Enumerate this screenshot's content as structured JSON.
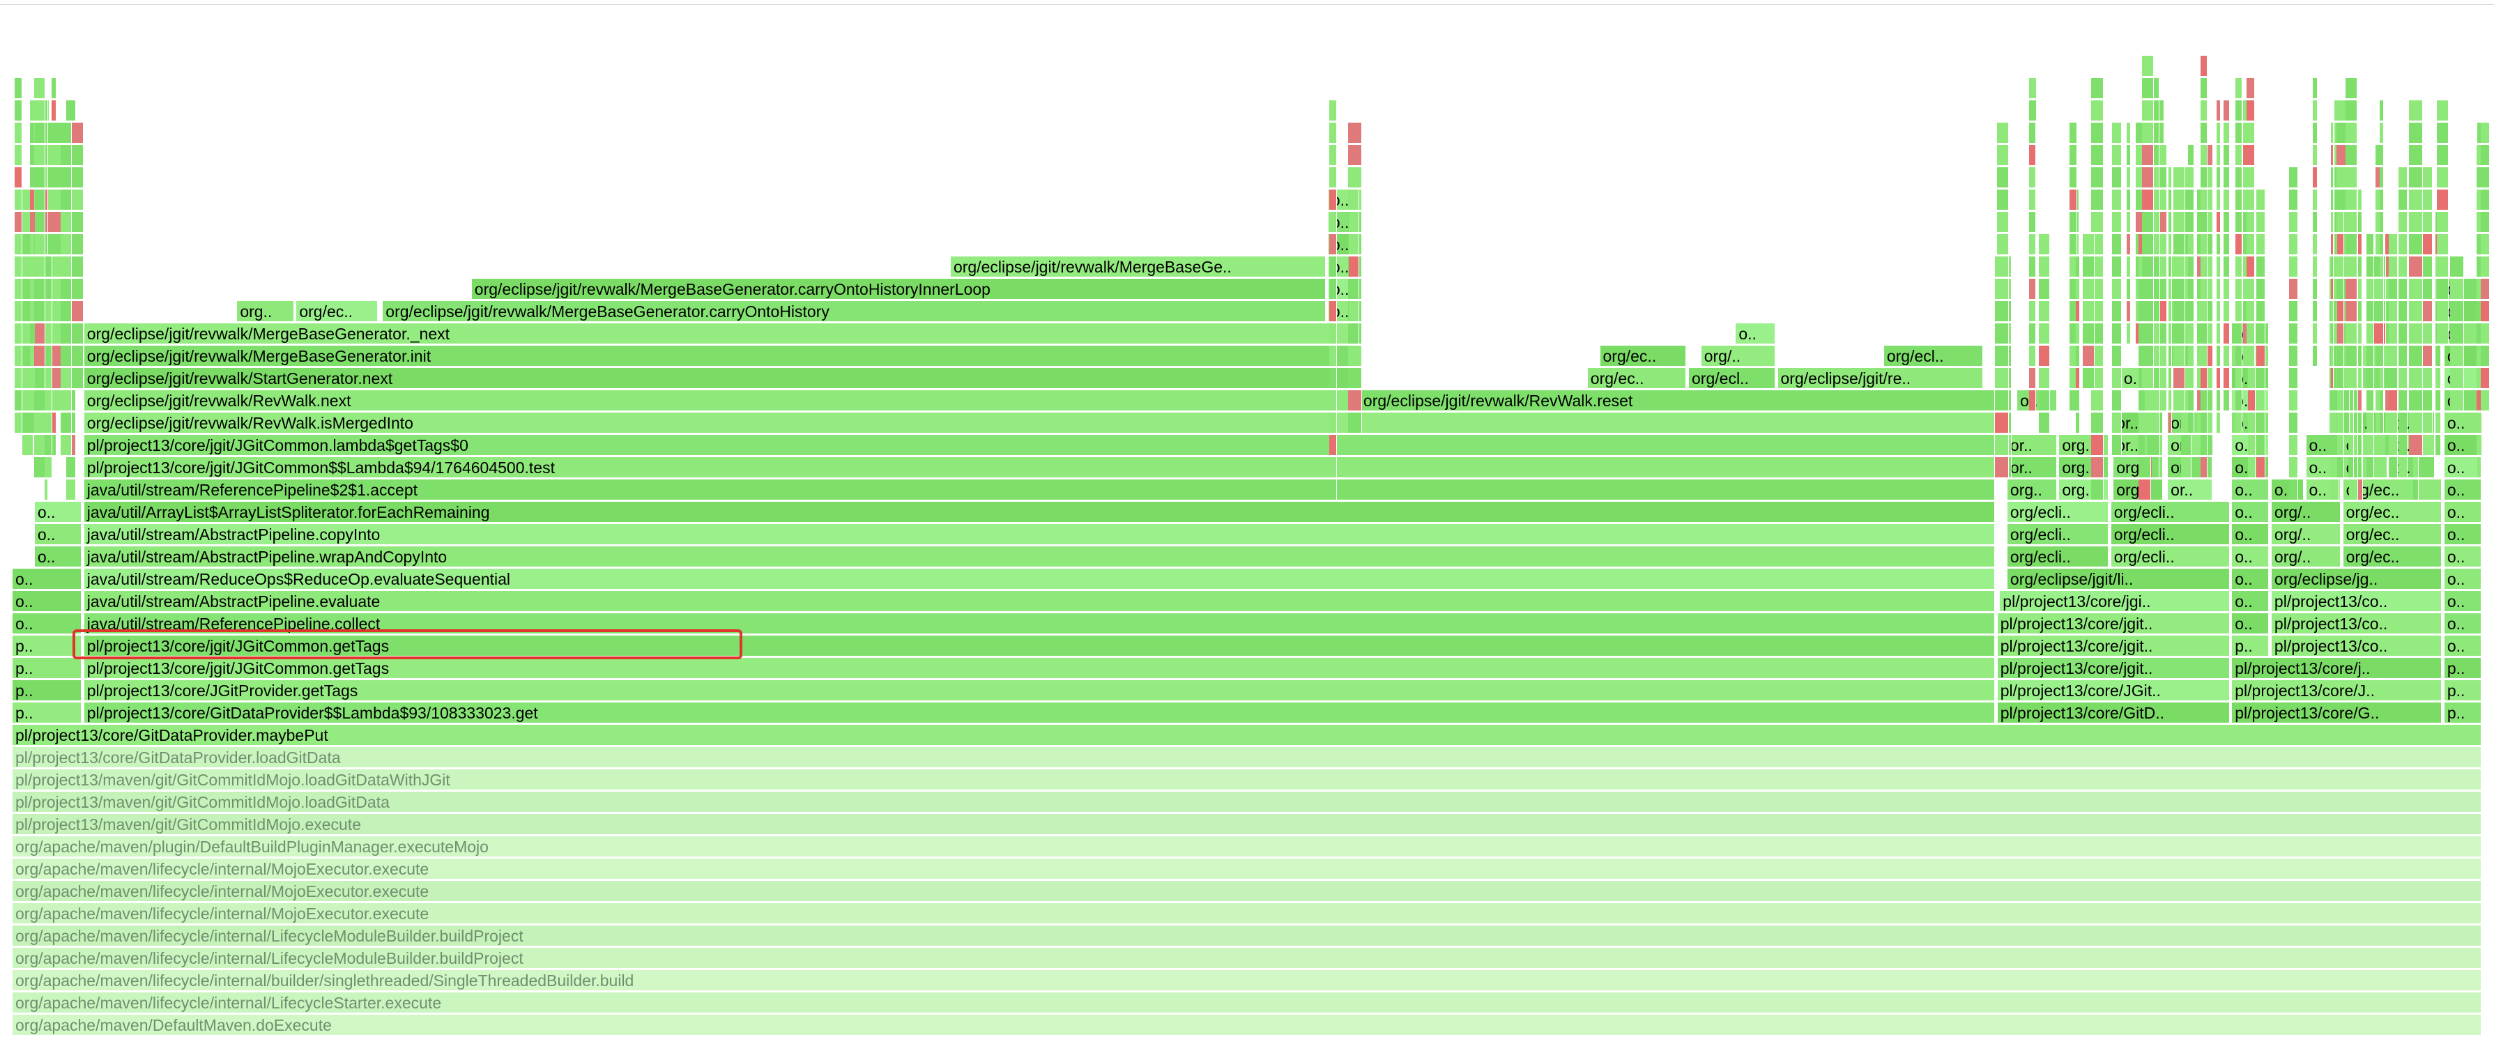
{
  "frames": [
    {
      "label": "org/apache/maven/DefaultMaven.doExecute",
      "depth": 0,
      "start": 0.0,
      "end": 1.0,
      "dim": true
    },
    {
      "label": "org/apache/maven/lifecycle/internal/LifecycleStarter.execute",
      "depth": 1,
      "start": 0.0,
      "end": 1.0,
      "dim": true
    },
    {
      "label": "org/apache/maven/lifecycle/internal/builder/singlethreaded/SingleThreadedBuilder.build",
      "depth": 2,
      "start": 0.0,
      "end": 1.0,
      "dim": true
    },
    {
      "label": "org/apache/maven/lifecycle/internal/LifecycleModuleBuilder.buildProject",
      "depth": 3,
      "start": 0.0,
      "end": 1.0,
      "dim": true
    },
    {
      "label": "org/apache/maven/lifecycle/internal/LifecycleModuleBuilder.buildProject",
      "depth": 4,
      "start": 0.0,
      "end": 1.0,
      "dim": true
    },
    {
      "label": "org/apache/maven/lifecycle/internal/MojoExecutor.execute",
      "depth": 5,
      "start": 0.0,
      "end": 1.0,
      "dim": true
    },
    {
      "label": "org/apache/maven/lifecycle/internal/MojoExecutor.execute",
      "depth": 6,
      "start": 0.0,
      "end": 1.0,
      "dim": true
    },
    {
      "label": "org/apache/maven/lifecycle/internal/MojoExecutor.execute",
      "depth": 7,
      "start": 0.0,
      "end": 1.0,
      "dim": true
    },
    {
      "label": "org/apache/maven/plugin/DefaultBuildPluginManager.executeMojo",
      "depth": 8,
      "start": 0.0,
      "end": 1.0,
      "dim": true
    },
    {
      "label": "pl/project13/maven/git/GitCommitIdMojo.execute",
      "depth": 9,
      "start": 0.0,
      "end": 1.0,
      "dim": true
    },
    {
      "label": "pl/project13/maven/git/GitCommitIdMojo.loadGitData",
      "depth": 10,
      "start": 0.0,
      "end": 1.0,
      "dim": true
    },
    {
      "label": "pl/project13/maven/git/GitCommitIdMojo.loadGitDataWithJGit",
      "depth": 11,
      "start": 0.0,
      "end": 1.0,
      "dim": true
    },
    {
      "label": "pl/project13/core/GitDataProvider.loadGitData",
      "depth": 12,
      "start": 0.0,
      "end": 1.0,
      "dim": true
    },
    {
      "label": "pl/project13/core/GitDataProvider.maybePut",
      "depth": 13,
      "start": 0.0,
      "end": 1.0
    },
    {
      "label": "p..",
      "depth": 14,
      "start": 0.0,
      "end": 0.028
    },
    {
      "label": "pl/project13/core/GitDataProvider$$Lambda$93/108333023.get",
      "depth": 14,
      "start": 0.029,
      "end": 0.803
    },
    {
      "label": "pl/project13/core/GitD..",
      "depth": 14,
      "start": 0.804,
      "end": 0.898
    },
    {
      "label": "pl/project13/core/G..",
      "depth": 14,
      "start": 0.899,
      "end": 0.984
    },
    {
      "label": "p..",
      "depth": 14,
      "start": 0.985,
      "end": 1.0
    },
    {
      "label": "p..",
      "depth": 15,
      "start": 0.0,
      "end": 0.028
    },
    {
      "label": "pl/project13/core/JGitProvider.getTags",
      "depth": 15,
      "start": 0.029,
      "end": 0.803
    },
    {
      "label": "pl/project13/core/JGit..",
      "depth": 15,
      "start": 0.804,
      "end": 0.898
    },
    {
      "label": "pl/project13/core/J..",
      "depth": 15,
      "start": 0.899,
      "end": 0.984
    },
    {
      "label": "p..",
      "depth": 15,
      "start": 0.985,
      "end": 1.0
    },
    {
      "label": "p..",
      "depth": 16,
      "start": 0.0,
      "end": 0.028
    },
    {
      "label": "pl/project13/core/jgit/JGitCommon.getTags",
      "depth": 16,
      "start": 0.029,
      "end": 0.803
    },
    {
      "label": "pl/project13/core/jgit..",
      "depth": 16,
      "start": 0.804,
      "end": 0.898
    },
    {
      "label": "pl/project13/core/j..",
      "depth": 16,
      "start": 0.899,
      "end": 0.984
    },
    {
      "label": "p..",
      "depth": 16,
      "start": 0.985,
      "end": 1.0
    },
    {
      "label": "p..",
      "depth": 17,
      "start": 0.0,
      "end": 0.028
    },
    {
      "label": "pl/project13/core/jgit/JGitCommon.getTags",
      "depth": 17,
      "start": 0.029,
      "end": 0.803
    },
    {
      "label": "pl/project13/core/jgit..",
      "depth": 17,
      "start": 0.804,
      "end": 0.898
    },
    {
      "label": "p..",
      "depth": 17,
      "start": 0.899,
      "end": 0.914
    },
    {
      "label": "pl/project13/co..",
      "depth": 17,
      "start": 0.915,
      "end": 0.984
    },
    {
      "label": "o..",
      "depth": 17,
      "start": 0.985,
      "end": 1.0
    },
    {
      "label": "o..",
      "depth": 18,
      "start": 0.0,
      "end": 0.028
    },
    {
      "label": "java/util/stream/ReferencePipeline.collect",
      "depth": 18,
      "start": 0.029,
      "end": 0.803
    },
    {
      "label": "pl/project13/core/jgit..",
      "depth": 18,
      "start": 0.804,
      "end": 0.898
    },
    {
      "label": "o..",
      "depth": 18,
      "start": 0.899,
      "end": 0.914
    },
    {
      "label": "pl/project13/co..",
      "depth": 18,
      "start": 0.915,
      "end": 0.984
    },
    {
      "label": "o..",
      "depth": 18,
      "start": 0.985,
      "end": 1.0
    },
    {
      "label": "o..",
      "depth": 19,
      "start": 0.0,
      "end": 0.028
    },
    {
      "label": "java/util/stream/AbstractPipeline.evaluate",
      "depth": 19,
      "start": 0.029,
      "end": 0.803
    },
    {
      "label": "pl/project13/core/jgi..",
      "depth": 19,
      "start": 0.805,
      "end": 0.898
    },
    {
      "label": "o..",
      "depth": 19,
      "start": 0.899,
      "end": 0.914
    },
    {
      "label": "pl/project13/co..",
      "depth": 19,
      "start": 0.915,
      "end": 0.984
    },
    {
      "label": "o..",
      "depth": 19,
      "start": 0.985,
      "end": 1.0
    },
    {
      "label": "o..",
      "depth": 20,
      "start": 0.0,
      "end": 0.028
    },
    {
      "label": "java/util/stream/ReduceOps$ReduceOp.evaluateSequential",
      "depth": 20,
      "start": 0.029,
      "end": 0.803
    },
    {
      "label": "org/eclipse/jgit/li..",
      "depth": 20,
      "start": 0.808,
      "end": 0.898
    },
    {
      "label": "o..",
      "depth": 20,
      "start": 0.899,
      "end": 0.914
    },
    {
      "label": "org/eclipse/jg..",
      "depth": 20,
      "start": 0.915,
      "end": 0.984
    },
    {
      "label": "o..",
      "depth": 20,
      "start": 0.985,
      "end": 1.0
    },
    {
      "label": "o..",
      "depth": 21,
      "start": 0.009,
      "end": 0.028
    },
    {
      "label": "java/util/stream/AbstractPipeline.wrapAndCopyInto",
      "depth": 21,
      "start": 0.029,
      "end": 0.803
    },
    {
      "label": "org/ecli..",
      "depth": 21,
      "start": 0.808,
      "end": 0.849
    },
    {
      "label": "org/ecli..",
      "depth": 21,
      "start": 0.85,
      "end": 0.898
    },
    {
      "label": "o..",
      "depth": 21,
      "start": 0.899,
      "end": 0.914
    },
    {
      "label": "org/..",
      "depth": 21,
      "start": 0.915,
      "end": 0.943
    },
    {
      "label": "org/ec..",
      "depth": 21,
      "start": 0.944,
      "end": 0.984
    },
    {
      "label": "o..",
      "depth": 21,
      "start": 0.985,
      "end": 1.0
    },
    {
      "label": "o..",
      "depth": 22,
      "start": 0.009,
      "end": 0.028
    },
    {
      "label": "java/util/stream/AbstractPipeline.copyInto",
      "depth": 22,
      "start": 0.029,
      "end": 0.803
    },
    {
      "label": "org/ecli..",
      "depth": 22,
      "start": 0.808,
      "end": 0.849
    },
    {
      "label": "org/ecli..",
      "depth": 22,
      "start": 0.85,
      "end": 0.898
    },
    {
      "label": "o..",
      "depth": 22,
      "start": 0.899,
      "end": 0.914
    },
    {
      "label": "org/..",
      "depth": 22,
      "start": 0.915,
      "end": 0.943
    },
    {
      "label": "org/ec..",
      "depth": 22,
      "start": 0.944,
      "end": 0.984
    },
    {
      "label": "o..",
      "depth": 22,
      "start": 0.985,
      "end": 1.0
    },
    {
      "label": "o..",
      "depth": 23,
      "start": 0.009,
      "end": 0.028
    },
    {
      "label": "java/util/ArrayList$ArrayListSpliterator.forEachRemaining",
      "depth": 23,
      "start": 0.029,
      "end": 0.803
    },
    {
      "label": "org/ecli..",
      "depth": 23,
      "start": 0.808,
      "end": 0.849
    },
    {
      "label": "org/ecli..",
      "depth": 23,
      "start": 0.85,
      "end": 0.898
    },
    {
      "label": "o..",
      "depth": 23,
      "start": 0.899,
      "end": 0.914
    },
    {
      "label": "org/..",
      "depth": 23,
      "start": 0.915,
      "end": 0.943
    },
    {
      "label": "org/ec..",
      "depth": 23,
      "start": 0.944,
      "end": 0.984
    },
    {
      "label": "o..",
      "depth": 23,
      "start": 0.985,
      "end": 1.0
    },
    {
      "label": "java/util/stream/ReferencePipeline$2$1.accept",
      "depth": 24,
      "start": 0.029,
      "end": 0.803
    },
    {
      "label": "org..",
      "depth": 24,
      "start": 0.808,
      "end": 0.828
    },
    {
      "label": "org..",
      "depth": 24,
      "start": 0.829,
      "end": 0.849
    },
    {
      "label": "org..",
      "depth": 24,
      "start": 0.851,
      "end": 0.871
    },
    {
      "label": "or..",
      "depth": 24,
      "start": 0.873,
      "end": 0.891
    },
    {
      "label": "o..",
      "depth": 24,
      "start": 0.899,
      "end": 0.914
    },
    {
      "label": "o..",
      "depth": 24,
      "start": 0.915,
      "end": 0.928
    },
    {
      "label": "o..",
      "depth": 24,
      "start": 0.929,
      "end": 0.943
    },
    {
      "label": "org/ec..",
      "depth": 24,
      "start": 0.944,
      "end": 0.984
    },
    {
      "label": "o..",
      "depth": 24,
      "start": 0.985,
      "end": 1.0
    },
    {
      "label": "pl/project13/core/jgit/JGitCommon$$Lambda$94/1764604500.test",
      "depth": 25,
      "start": 0.029,
      "end": 0.803
    },
    {
      "label": "or..",
      "depth": 25,
      "start": 0.808,
      "end": 0.828
    },
    {
      "label": "org..",
      "depth": 25,
      "start": 0.829,
      "end": 0.849
    },
    {
      "label": "org..",
      "depth": 25,
      "start": 0.851,
      "end": 0.871
    },
    {
      "label": "or..",
      "depth": 25,
      "start": 0.873,
      "end": 0.891
    },
    {
      "label": "o..",
      "depth": 25,
      "start": 0.899,
      "end": 0.914
    },
    {
      "label": "o..",
      "depth": 25,
      "start": 0.929,
      "end": 0.943
    },
    {
      "label": "o..",
      "depth": 25,
      "start": 0.944,
      "end": 0.962
    },
    {
      "label": "o..",
      "depth": 25,
      "start": 0.963,
      "end": 0.981
    },
    {
      "label": "o..",
      "depth": 25,
      "start": 0.985,
      "end": 1.0
    },
    {
      "label": "pl/project13/core/jgit/JGitCommon.lambda$getTags$0",
      "depth": 26,
      "start": 0.029,
      "end": 0.803
    },
    {
      "label": "or..",
      "depth": 26,
      "start": 0.808,
      "end": 0.828
    },
    {
      "label": "org..",
      "depth": 26,
      "start": 0.829,
      "end": 0.849
    },
    {
      "label": "or..",
      "depth": 26,
      "start": 0.851,
      "end": 0.871
    },
    {
      "label": "or..",
      "depth": 26,
      "start": 0.873,
      "end": 0.891
    },
    {
      "label": "o..",
      "depth": 26,
      "start": 0.899,
      "end": 0.914
    },
    {
      "label": "o..",
      "depth": 26,
      "start": 0.929,
      "end": 0.943
    },
    {
      "label": "o..",
      "depth": 26,
      "start": 0.944,
      "end": 0.962
    },
    {
      "label": "o..",
      "depth": 26,
      "start": 0.963,
      "end": 0.981
    },
    {
      "label": "o..",
      "depth": 26,
      "start": 0.985,
      "end": 1.0
    },
    {
      "label": "org/eclipse/jgit/revwalk/RevWalk.isMergedInto",
      "depth": 27,
      "start": 0.029,
      "end": 0.803
    },
    {
      "label": "or..",
      "depth": 27,
      "start": 0.851,
      "end": 0.871
    },
    {
      "label": "or..",
      "depth": 27,
      "start": 0.873,
      "end": 0.891
    },
    {
      "label": "o..",
      "depth": 27,
      "start": 0.899,
      "end": 0.914
    },
    {
      "label": "or..",
      "depth": 27,
      "start": 0.944,
      "end": 0.962
    },
    {
      "label": "o..",
      "depth": 27,
      "start": 0.963,
      "end": 0.981
    },
    {
      "label": "o..",
      "depth": 27,
      "start": 0.985,
      "end": 1.0
    },
    {
      "label": "org/eclipse/jgit/revwalk/RevWalk.next",
      "depth": 28,
      "start": 0.029,
      "end": 0.545
    },
    {
      "label": "org/eclipse/jgit/revwalk/RevWalk.reset",
      "depth": 28,
      "start": 0.546,
      "end": 0.803
    },
    {
      "label": "o..",
      "depth": 28,
      "start": 0.812,
      "end": 0.828
    },
    {
      "label": "o..",
      "depth": 28,
      "start": 0.899,
      "end": 0.914
    },
    {
      "label": "o..",
      "depth": 28,
      "start": 0.985,
      "end": 1.0
    },
    {
      "label": "org/eclipse/jgit/revwalk/StartGenerator.next",
      "depth": 29,
      "start": 0.029,
      "end": 0.545
    },
    {
      "label": "org/ec..",
      "depth": 29,
      "start": 0.638,
      "end": 0.678
    },
    {
      "label": "org/ecl..",
      "depth": 29,
      "start": 0.679,
      "end": 0.714
    },
    {
      "label": "org/eclipse/jgit/re..",
      "depth": 29,
      "start": 0.715,
      "end": 0.798
    },
    {
      "label": "o..",
      "depth": 29,
      "start": 0.854,
      "end": 0.871
    },
    {
      "label": "o..",
      "depth": 29,
      "start": 0.899,
      "end": 0.914
    },
    {
      "label": "o..",
      "depth": 29,
      "start": 0.944,
      "end": 0.962
    },
    {
      "label": "o..",
      "depth": 29,
      "start": 0.985,
      "end": 1.0
    },
    {
      "label": "org/eclipse/jgit/revwalk/MergeBaseGenerator.init",
      "depth": 30,
      "start": 0.029,
      "end": 0.545
    },
    {
      "label": "org/ec..",
      "depth": 30,
      "start": 0.643,
      "end": 0.678
    },
    {
      "label": "org/..",
      "depth": 30,
      "start": 0.684,
      "end": 0.714
    },
    {
      "label": "org/ecl..",
      "depth": 30,
      "start": 0.758,
      "end": 0.798
    },
    {
      "label": "o..",
      "depth": 30,
      "start": 0.899,
      "end": 0.914
    },
    {
      "label": "o..",
      "depth": 30,
      "start": 0.944,
      "end": 0.962
    },
    {
      "label": "o..",
      "depth": 30,
      "start": 0.985,
      "end": 1.0
    },
    {
      "label": "org/eclipse/jgit/revwalk/MergeBaseGenerator._next",
      "depth": 31,
      "start": 0.029,
      "end": 0.545
    },
    {
      "label": "o..",
      "depth": 31,
      "start": 0.698,
      "end": 0.714
    },
    {
      "label": "o..",
      "depth": 31,
      "start": 0.899,
      "end": 0.914
    },
    {
      "label": "o..",
      "depth": 31,
      "start": 0.985,
      "end": 1.0
    },
    {
      "label": "org..",
      "depth": 32,
      "start": 0.091,
      "end": 0.114
    },
    {
      "label": "org/ec..",
      "depth": 32,
      "start": 0.115,
      "end": 0.148
    },
    {
      "label": "org/eclipse/jgit/revwalk/MergeBaseGenerator.carryOntoHistory",
      "depth": 32,
      "start": 0.15,
      "end": 0.532
    },
    {
      "label": "o..",
      "depth": 32,
      "start": 0.533,
      "end": 0.545
    },
    {
      "label": "o..",
      "depth": 32,
      "start": 0.985,
      "end": 1.0
    },
    {
      "label": "org/eclipse/jgit/revwalk/MergeBaseGenerator.carryOntoHistoryInnerLoop",
      "depth": 33,
      "start": 0.186,
      "end": 0.532
    },
    {
      "label": "o..",
      "depth": 33,
      "start": 0.533,
      "end": 0.545
    },
    {
      "label": "o..",
      "depth": 33,
      "start": 0.985,
      "end": 1.0
    },
    {
      "label": "org/eclipse/jgit/revwalk/MergeBaseGe..",
      "depth": 34,
      "start": 0.38,
      "end": 0.532
    },
    {
      "label": "o..",
      "depth": 34,
      "start": 0.533,
      "end": 0.545
    },
    {
      "label": "o..",
      "depth": 35,
      "start": 0.533,
      "end": 0.545
    },
    {
      "label": "o..",
      "depth": 36,
      "start": 0.533,
      "end": 0.545
    },
    {
      "label": "o..",
      "depth": 37,
      "start": 0.533,
      "end": 0.545
    }
  ],
  "highlighted_label": "pl/project13/core/jgit/JGitCommon.getTags"
}
